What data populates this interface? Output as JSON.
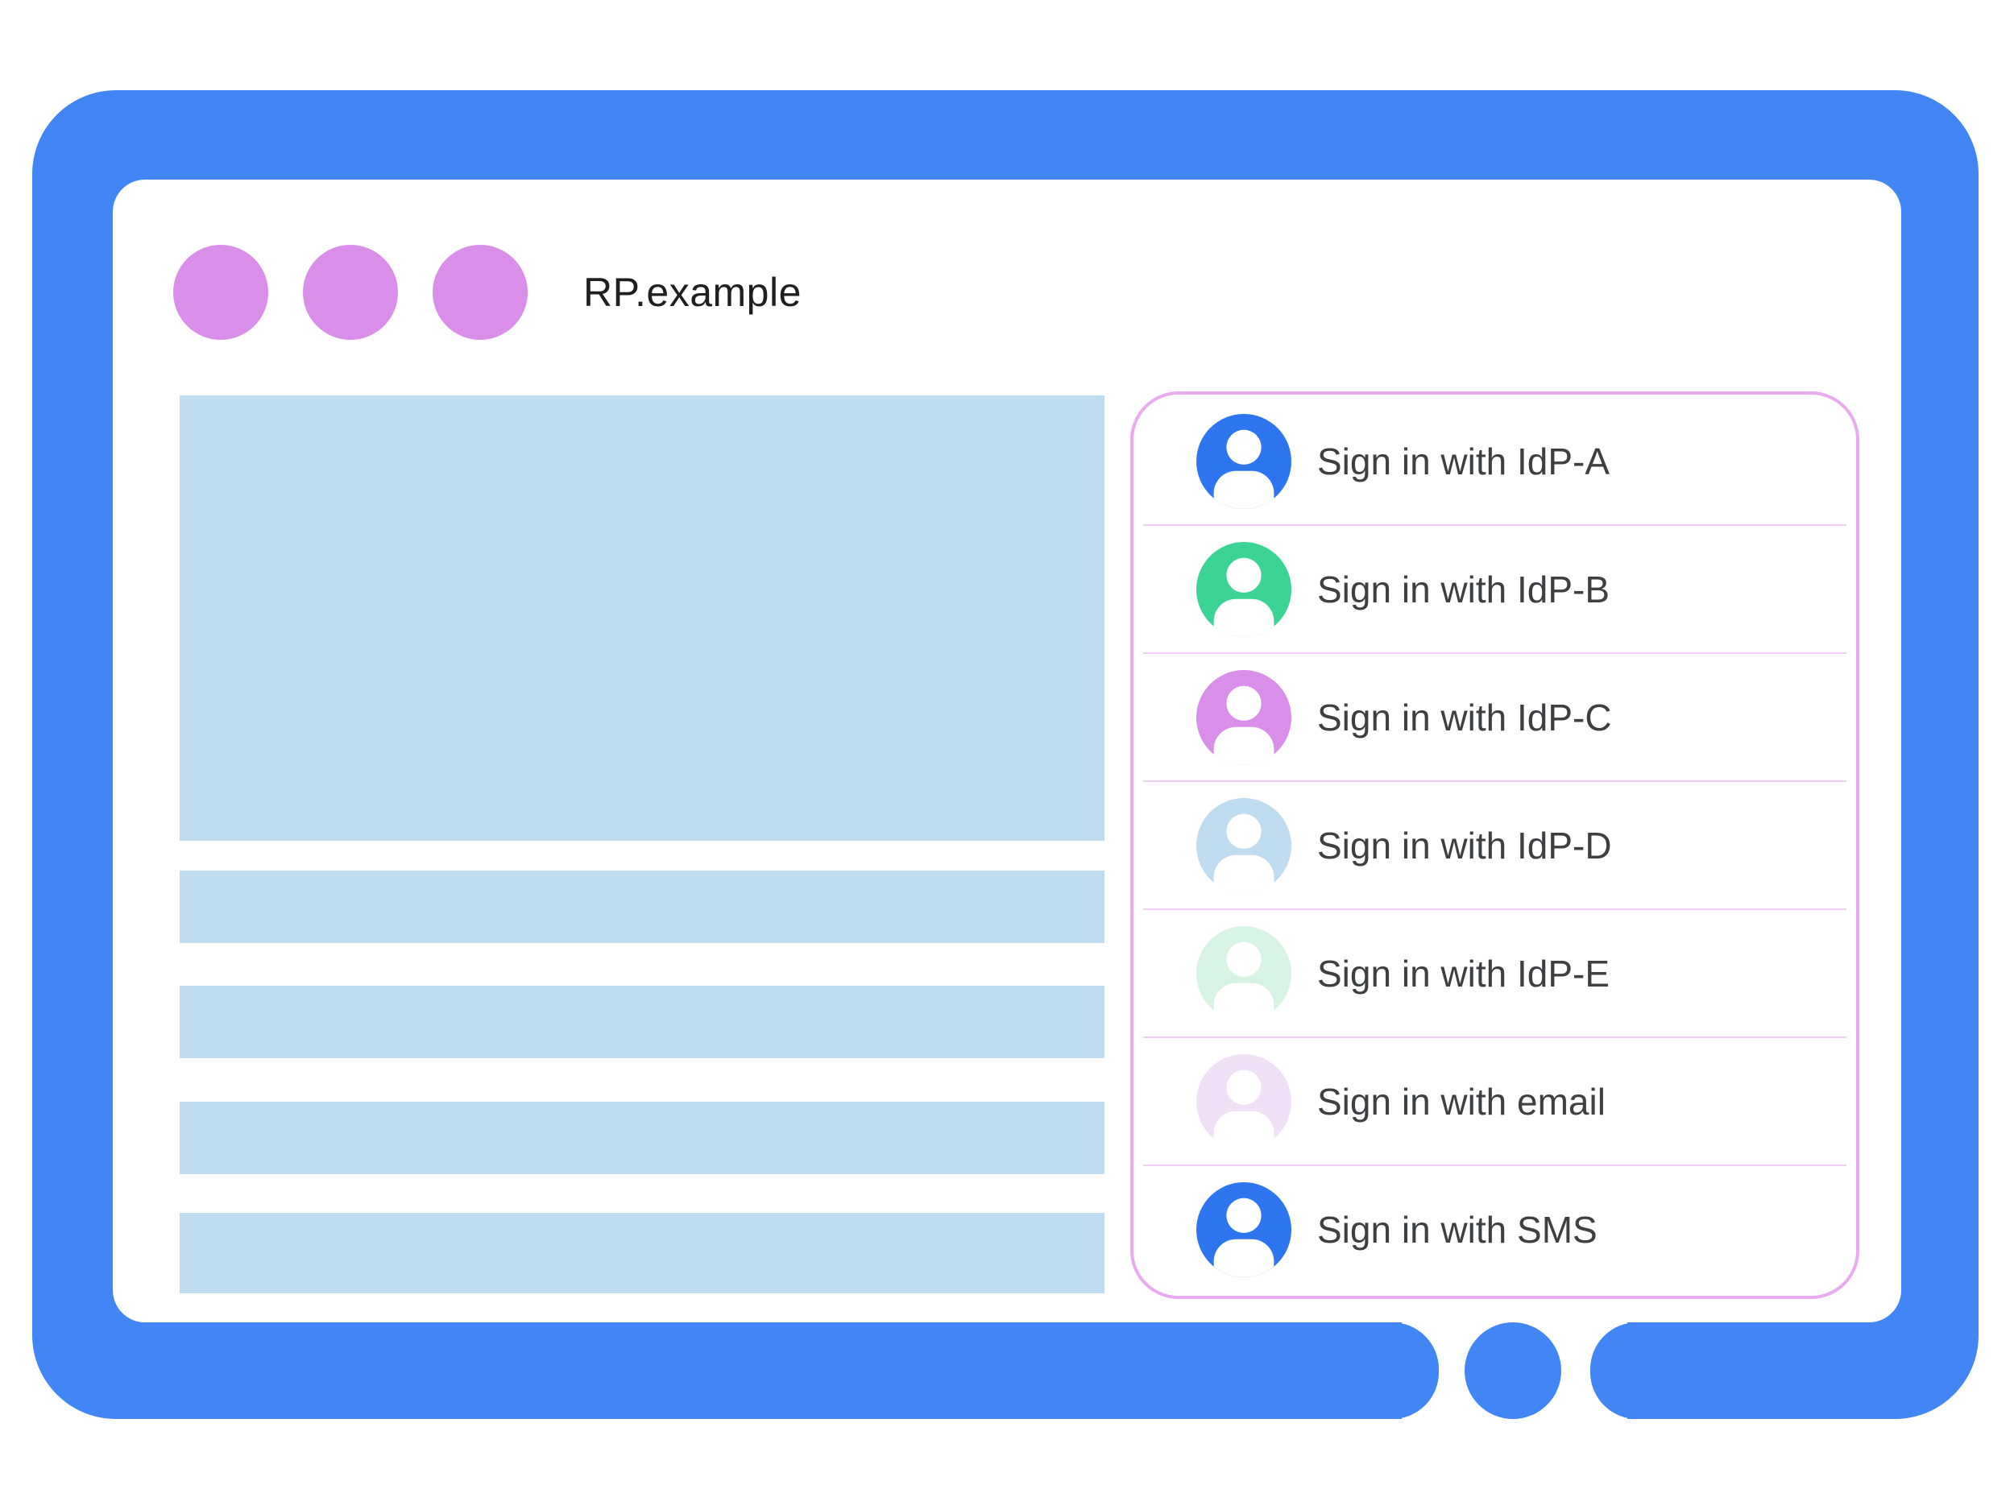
{
  "window": {
    "title": "RP.example",
    "frame_color": "#4285f4",
    "control_dot_color": "#d98eea",
    "home_button_color": "#4285f4"
  },
  "content_placeholders": {
    "color": "#bfdcf1",
    "hero_blocks": 1,
    "bar_blocks": 4
  },
  "signin_panel": {
    "border_color": "#e9aaf0",
    "divider_color": "#f3ccf6",
    "label_color": "#3c4043",
    "items": [
      {
        "label": "Sign in with IdP-A",
        "avatar_color": "#2e75f0",
        "avatar_icon": "person-icon"
      },
      {
        "label": "Sign in with IdP-B",
        "avatar_color": "#3bd494",
        "avatar_icon": "person-icon"
      },
      {
        "label": "Sign in with IdP-C",
        "avatar_color": "#d98eea",
        "avatar_icon": "person-icon"
      },
      {
        "label": "Sign in with IdP-D",
        "avatar_color": "#bfdcf1",
        "avatar_icon": "person-icon"
      },
      {
        "label": "Sign in with IdP-E",
        "avatar_color": "#d7f3e4",
        "avatar_icon": "person-icon"
      },
      {
        "label": "Sign in with email",
        "avatar_color": "#f1e1f6",
        "avatar_icon": "person-icon"
      },
      {
        "label": "Sign in with SMS",
        "avatar_color": "#2e75f0",
        "avatar_icon": "person-icon"
      }
    ]
  }
}
